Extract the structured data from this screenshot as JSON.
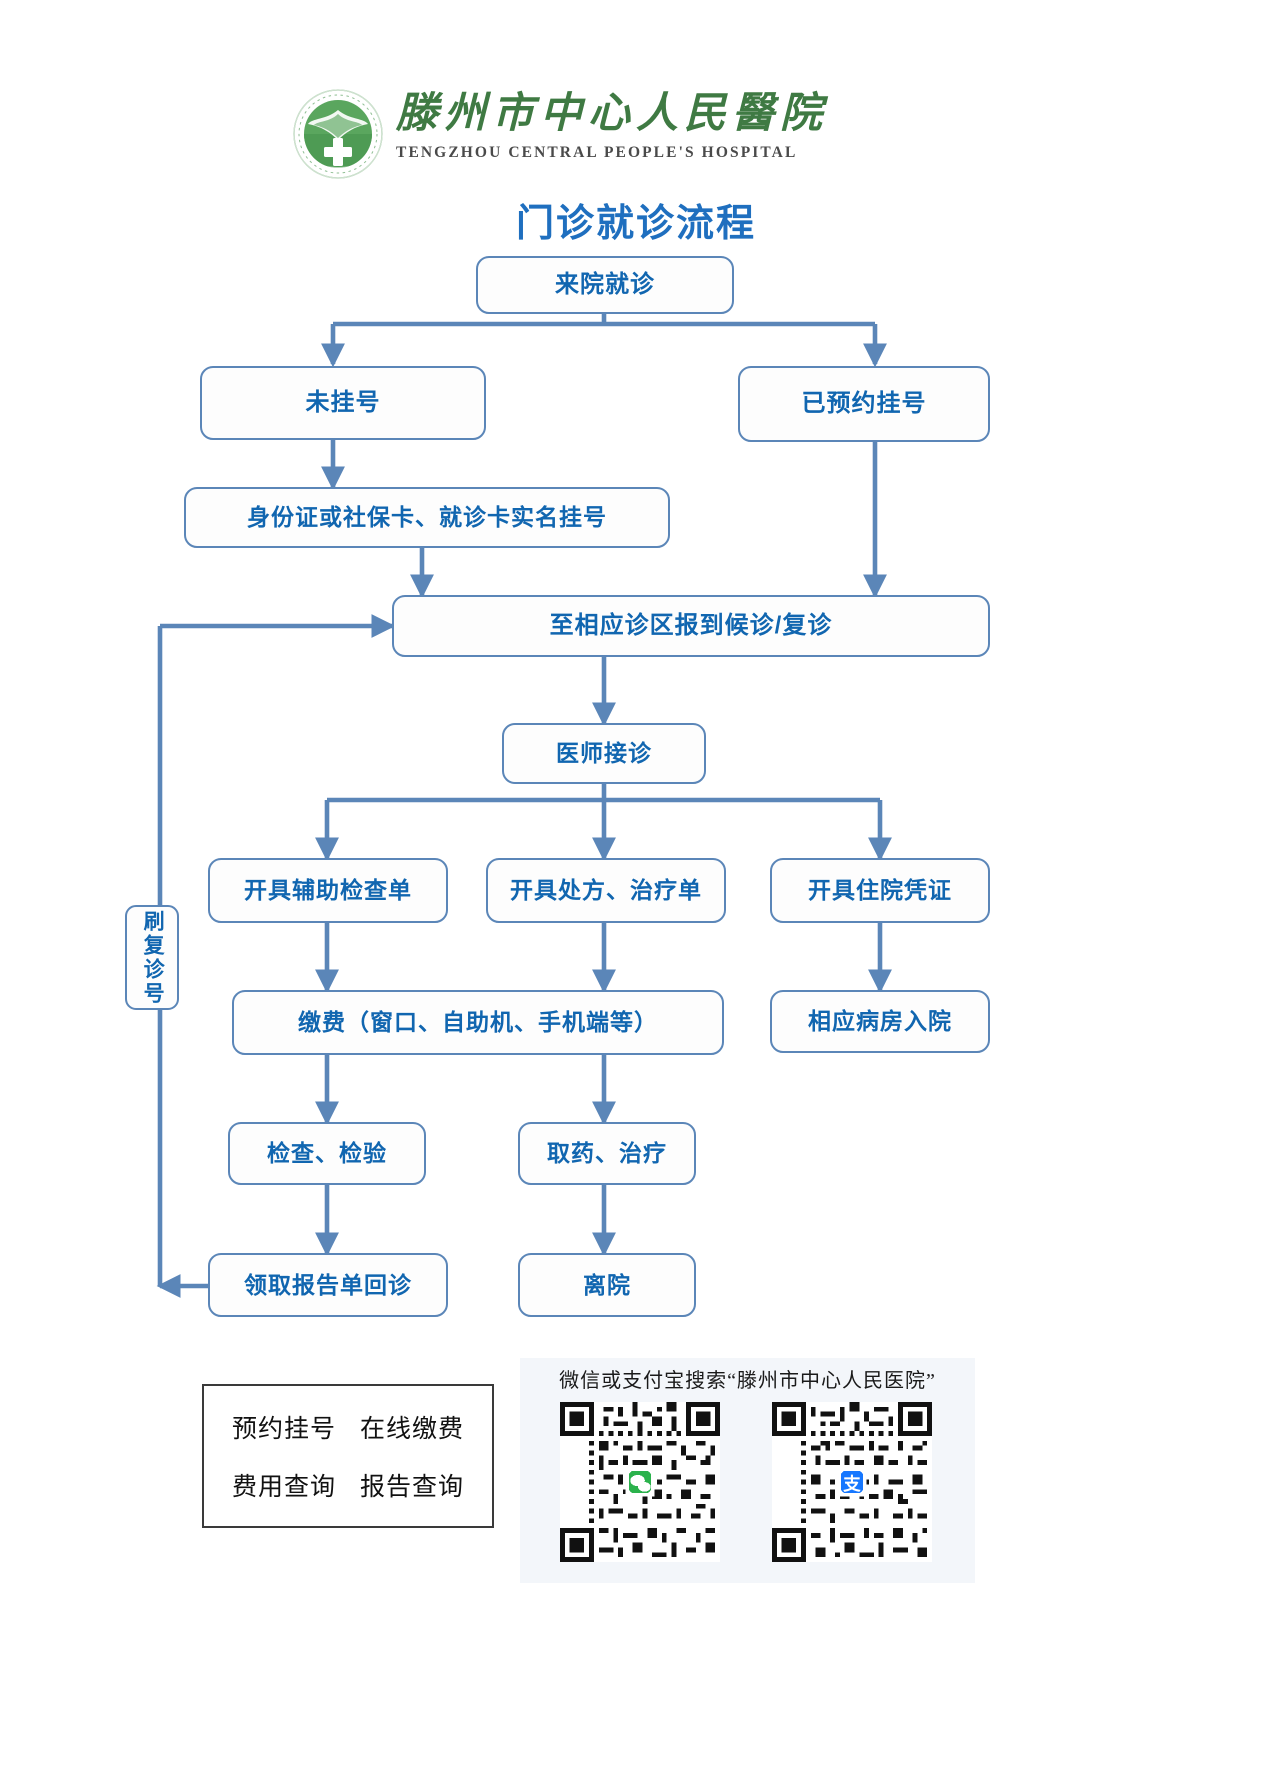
{
  "header": {
    "logo_icon": "hospital-cross-logo",
    "hospital_name_cn": "滕州市中心人民醫院",
    "hospital_name_en": "TENGZHOU CENTRAL PEOPLE'S HOSPITAL",
    "doc_title": "门诊就诊流程"
  },
  "colors": {
    "accent_blue": "#1166b0",
    "border_blue": "#5b86b8",
    "arrow_blue": "#5b86b8",
    "logo_green": "#3f7a43",
    "title_blue": "#1f6fbf"
  },
  "flow": {
    "nodes": [
      {
        "id": "arrive",
        "label": "来院就诊"
      },
      {
        "id": "not-registered",
        "label": "未挂号"
      },
      {
        "id": "pre-booked",
        "label": "已预约挂号"
      },
      {
        "id": "realname-reg",
        "label": "身份证或社保卡、就诊卡实名挂号"
      },
      {
        "id": "report-clinic",
        "label": "至相应诊区报到候诊/复诊"
      },
      {
        "id": "doctor-visit",
        "label": "医师接诊"
      },
      {
        "id": "revisit-number",
        "label": "刷复诊号"
      },
      {
        "id": "exam-order",
        "label": "开具辅助检查单"
      },
      {
        "id": "prescription",
        "label": "开具处方、治疗单"
      },
      {
        "id": "admission-doc",
        "label": "开具住院凭证"
      },
      {
        "id": "payment",
        "label": "缴费（窗口、自助机、手机端等）"
      },
      {
        "id": "ward-admit",
        "label": "相应病房入院"
      },
      {
        "id": "examination",
        "label": "检查、检验"
      },
      {
        "id": "medicine",
        "label": "取药、治疗"
      },
      {
        "id": "report-return",
        "label": "领取报告单回诊"
      },
      {
        "id": "leave",
        "label": "离院"
      }
    ]
  },
  "footer": {
    "services": {
      "line1_a": "预约挂号",
      "line1_b": "在线缴费",
      "line2_a": "费用查询",
      "line2_b": "报告查询"
    },
    "qr": {
      "caption": "微信或支付宝搜索“滕州市中心人民医院”",
      "left_icon": "wechat-qr-code",
      "right_icon": "alipay-qr-code"
    }
  }
}
